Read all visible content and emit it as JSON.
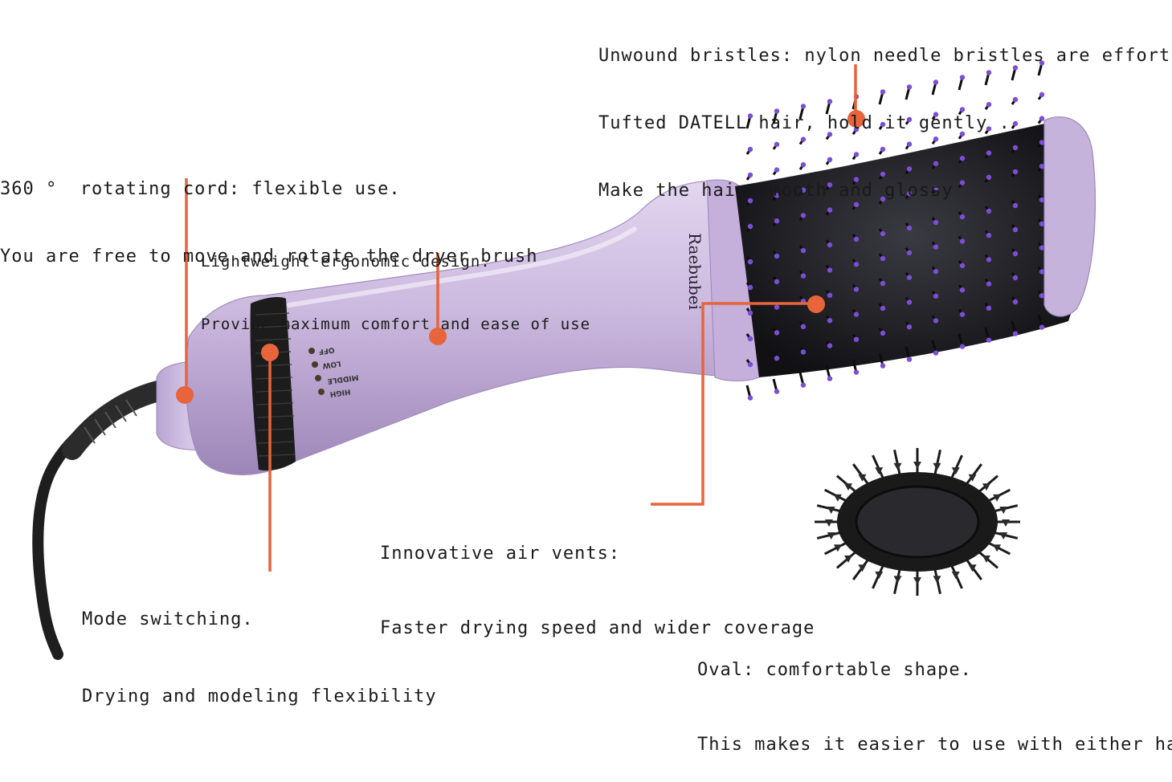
{
  "captions": {
    "bristles": {
      "line1": "Unwound bristles: nylon needle bristles are effortless.",
      "line2": "Tufted DATELL hair, hold it gently .",
      "line3": "Make the hair smooth and glossy"
    },
    "cord": {
      "line1": "360 °  rotating cord: flexible use.",
      "line2": "You are free to move and rotate the dryer brush"
    },
    "ergonomic": {
      "line1": "Lightweight ergonomic design.",
      "line2": "Provide maximum comfort and ease of use"
    },
    "vents": {
      "line1": "Innovative air vents:",
      "line2": "Faster drying speed and wider coverage"
    },
    "mode": {
      "line1": "Mode switching.",
      "line2": "Drying and modeling flexibility"
    },
    "oval": {
      "line1": "Oval: comfortable shape.",
      "line2": "This makes it easier to use with either hand."
    }
  },
  "product": {
    "brand": "Raebubei",
    "switch_labels": [
      "OFF",
      "LOW",
      "MIDDLE",
      "HIGH"
    ]
  },
  "colors": {
    "callout": "#e8643a",
    "body": "#c9b6dd",
    "body_shadow": "#a893c2",
    "barrel": "#1b1b1f",
    "bristle_tip": "#7a4fd6",
    "cord": "#1e1e1e"
  }
}
